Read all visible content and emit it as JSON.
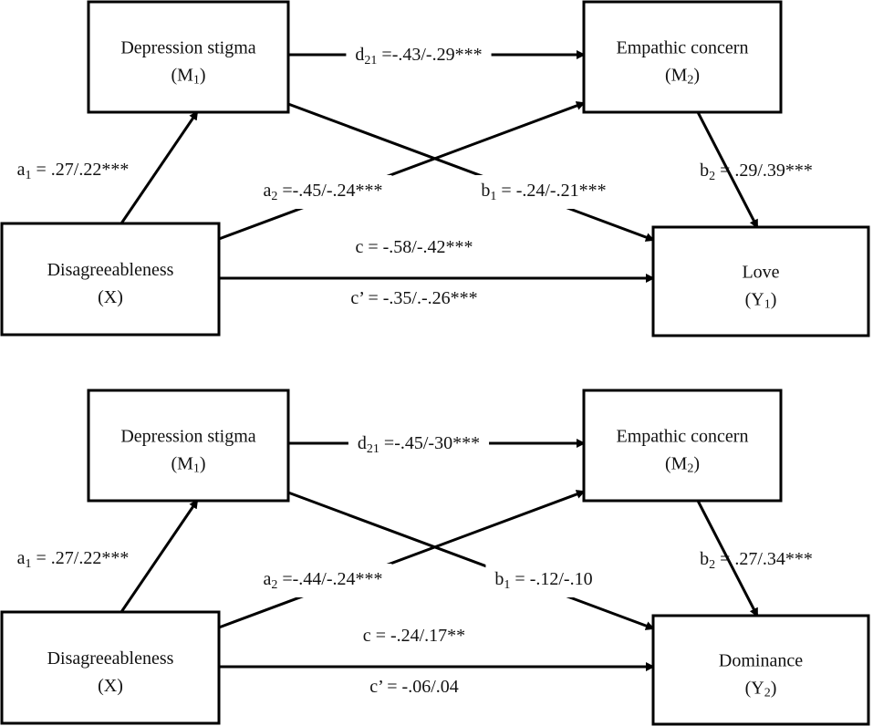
{
  "panels": [
    {
      "id": "love",
      "nodes": {
        "m1": {
          "name": "Depression stigma",
          "code": "(M",
          "sub": "1",
          "close": ")"
        },
        "m2": {
          "name": "Empathic concern",
          "code": "(M",
          "sub": "2",
          "close": ")"
        },
        "x": {
          "name": "Disagreeableness",
          "code": "(X",
          "sub": "",
          "close": ")"
        },
        "y": {
          "name": "Love",
          "code": "(Y",
          "sub": "1",
          "close": ")"
        }
      },
      "paths": {
        "a1": {
          "sym": "a",
          "sub": "1",
          "val": " = .27/.22***"
        },
        "a2": {
          "sym": "a",
          "sub": "2",
          "val": " =-.45/-.24***"
        },
        "b1": {
          "sym": "b",
          "sub": "1",
          "val": " = -.24/-.21***"
        },
        "b2": {
          "sym": "b",
          "sub": "2",
          "val": " = .29/.39***"
        },
        "d21": {
          "sym": "d",
          "sub": "21",
          "val": " =-.43/-.29***"
        },
        "c": {
          "sym": "c",
          "sub": "",
          "val": " = -.58/-.42***"
        },
        "cp": {
          "sym": "c’",
          "sub": "",
          "val": " = -.35/.-.26***"
        }
      }
    },
    {
      "id": "dominance",
      "nodes": {
        "m1": {
          "name": "Depression stigma",
          "code": "(M",
          "sub": "1",
          "close": ")"
        },
        "m2": {
          "name": "Empathic concern",
          "code": "(M",
          "sub": "2",
          "close": ")"
        },
        "x": {
          "name": "Disagreeableness",
          "code": "(X",
          "sub": "",
          "close": ")"
        },
        "y": {
          "name": "Dominance",
          "code": "(Y",
          "sub": "2",
          "close": ")"
        }
      },
      "paths": {
        "a1": {
          "sym": "a",
          "sub": "1",
          "val": " = .27/.22***"
        },
        "a2": {
          "sym": "a",
          "sub": "2",
          "val": " =-.44/-.24***"
        },
        "b1": {
          "sym": "b",
          "sub": "1",
          "val": " = -.12/-.10"
        },
        "b2": {
          "sym": "b",
          "sub": "2",
          "val": " = .27/.34***"
        },
        "d21": {
          "sym": "d",
          "sub": "21",
          "val": " =-.45/-30***"
        },
        "c": {
          "sym": "c",
          "sub": "",
          "val": " = -.24/.17**"
        },
        "cp": {
          "sym": "c’",
          "sub": "",
          "val": " = -.06/.04"
        }
      }
    }
  ]
}
